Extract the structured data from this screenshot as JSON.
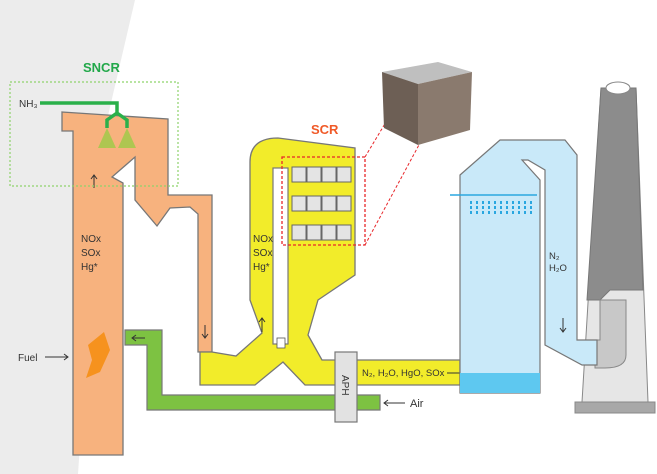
{
  "labels": {
    "sncr": "SNCR",
    "nh3": "NH₃",
    "scr": "SCR",
    "boiler_gases": [
      "NOx",
      "SOx",
      "Hg*"
    ],
    "scr_gases": [
      "NOx",
      "SOx",
      "Hg*"
    ],
    "fuel": "Fuel",
    "aph": "APH",
    "flue_out": "N₂, H₂O, HgO, SOx",
    "air": "Air",
    "stack_gases": [
      "N₂",
      "H₂O"
    ]
  },
  "colors": {
    "sncr": "#22a84a",
    "scr": "#f05a28",
    "boiler": "#f7b27e",
    "scr_reactor": "#f2ec2a",
    "air_duct": "#7dc242",
    "scrubber": "#c9e9f9",
    "scrubber_water": "#5ec8f0",
    "chimney": "#8c8c8c"
  }
}
